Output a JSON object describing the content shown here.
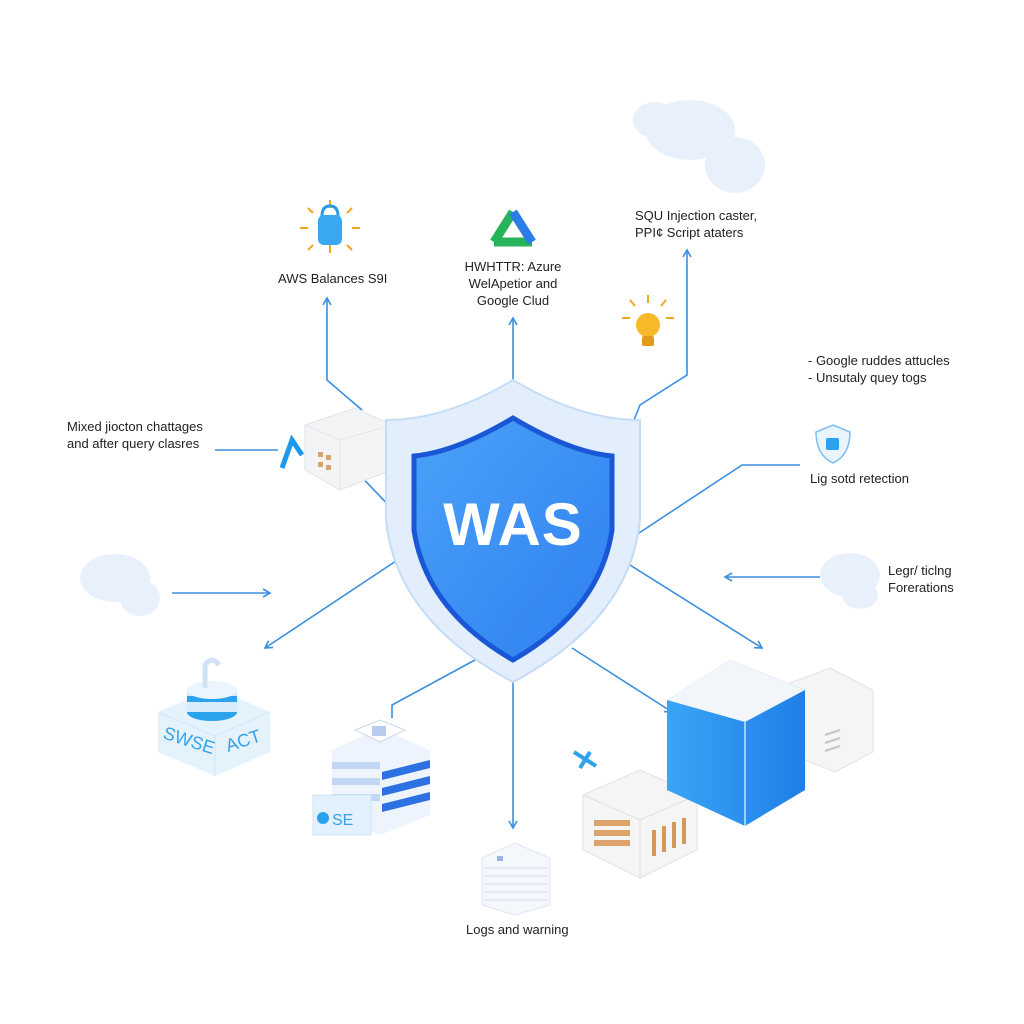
{
  "center": {
    "title": "WAS"
  },
  "labels": {
    "aws": "AWS Balances S9I",
    "cloud_providers": [
      "HWHTTR: Azure",
      "WelApetior and",
      "Google Clud"
    ],
    "sql": [
      "SQU Injection caster,",
      "PPI¢ Script ataters"
    ],
    "google": [
      "- Google ruddes attucles",
      "- Unsutaly quey togs"
    ],
    "mixed": [
      "Mixed jiocton chattages",
      "and after query clasres"
    ],
    "lig": "Lig sotd retection",
    "legr": [
      "Legr/ ticlng",
      "Forerations"
    ],
    "logs": "Logs and warning"
  },
  "icon_text": {
    "db_left": "SWSE",
    "db_right": "ACT",
    "card": "SE"
  },
  "colors": {
    "accent": "#2f8ee6",
    "shield": "#3a8ef0",
    "shield_dark": "#1a57d6",
    "line": "#3b8fe0",
    "bulb": "#f7b928"
  }
}
